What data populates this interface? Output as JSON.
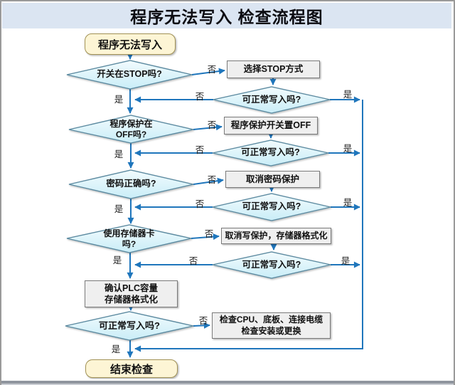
{
  "title": "程序无法写入 检查流程图",
  "branch_labels": {
    "yes": "是",
    "no": "否"
  },
  "nodes": {
    "start": "程序无法写入",
    "end": "结束检查",
    "decisions": {
      "switch_stop": "开关在STOP吗?",
      "program_protect_off": "程序保护在\nOFF吗?",
      "password_correct": "密码正确吗?",
      "memory_card": "使用存储器卡\n吗?",
      "can_write": "可正常写入吗?",
      "can_write_final": "可正常写入吗?"
    },
    "processes": {
      "select_stop_mode": "选择STOP方式",
      "protect_switch_off": "程序保护开关置OFF",
      "cancel_password_protect": "取消密码保护",
      "cancel_write_protect_format": "取消写保护，存储器格式化",
      "confirm_plc_capacity_format": "确认PLC容量\n存储器格式化",
      "check_cpu_base_cable": "检查CPU、底板、连接电缆\n检查安装或更换"
    }
  },
  "colors": {
    "title_bar_bg": "#dbe5f2",
    "diamond_fill": "#d9f2f9",
    "diamond_border": "#5b8aa0",
    "process_fill": "#efefef",
    "process_border": "#7a7a7a",
    "terminal_fill": "#fdf5d5",
    "terminal_border": "#a29255",
    "arrow": "#1f76bc"
  }
}
